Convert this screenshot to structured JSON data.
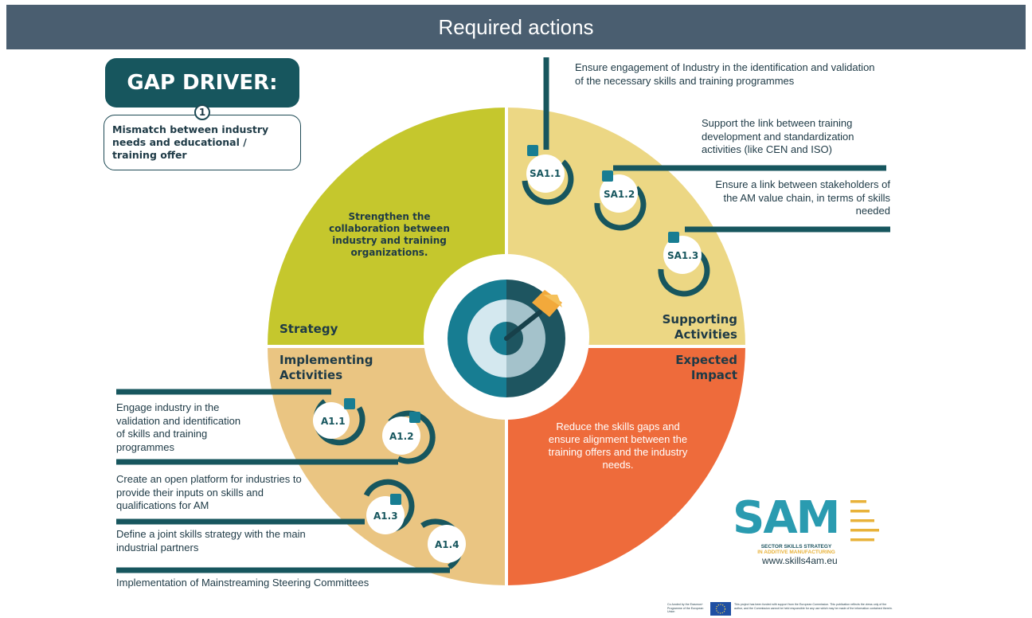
{
  "header": {
    "title": "Required actions"
  },
  "gap_driver": {
    "title": "GAP DRIVER:",
    "number": "1",
    "description": "Mismatch between industry needs and educational / training offer"
  },
  "quadrants": {
    "strategy": {
      "label": "Strategy",
      "text": "Strengthen the collaboration between industry and training organizations.",
      "color": "#c5c72d"
    },
    "supporting": {
      "label_line1": "Supporting",
      "label_line2": "Activities",
      "color": "#ecd784"
    },
    "implementing": {
      "label_line1": "Implementing",
      "label_line2": "Activities",
      "color": "#eac582"
    },
    "impact": {
      "label_line1": "Expected",
      "label_line2": "Impact",
      "text": "Reduce the skills gaps and ensure alignment between the training offers and the industry needs.",
      "color": "#ee6b3b"
    }
  },
  "supporting_actions": [
    {
      "code": "SA1.1",
      "text": "Ensure engagement of Industry in the identification and validation of the necessary skills and training programmes"
    },
    {
      "code": "SA1.2",
      "text": "Support the link between training development and standardization activities (like CEN and ISO)"
    },
    {
      "code": "SA1.3",
      "text": "Ensure a link between stakeholders of the AM value chain, in terms of skills needed"
    }
  ],
  "implementing_actions": [
    {
      "code": "A1.1",
      "text": "Engage industry in the validation and identification of skills and training programmes"
    },
    {
      "code": "A1.2",
      "text": "Create an open platform for industries to provide their inputs on skills and qualifications for AM"
    },
    {
      "code": "A1.3",
      "text": "Define a joint skills strategy with the main industrial partners"
    },
    {
      "code": "A1.4",
      "text": "Implementation of Mainstreaming Steering Committees"
    }
  ],
  "logo": {
    "name": "SAM",
    "tagline_line1": "SECTOR SKILLS STRATEGY",
    "tagline_line2": "IN ADDITIVE MANUFACTURING",
    "url": "www.skills4am.eu"
  },
  "footer": {
    "eu_label": "Co-funded by the Erasmus+ Programme of the European Union",
    "disclaimer": "This project has been funded with support from the European Commission. This publication reflects the views only of the author, and the Commission cannot be held responsible for any use which may be made of the information contained therein."
  },
  "colors": {
    "dark_teal": "#17565e",
    "header_bg": "#4a5e70",
    "text": "#1e3a46"
  }
}
